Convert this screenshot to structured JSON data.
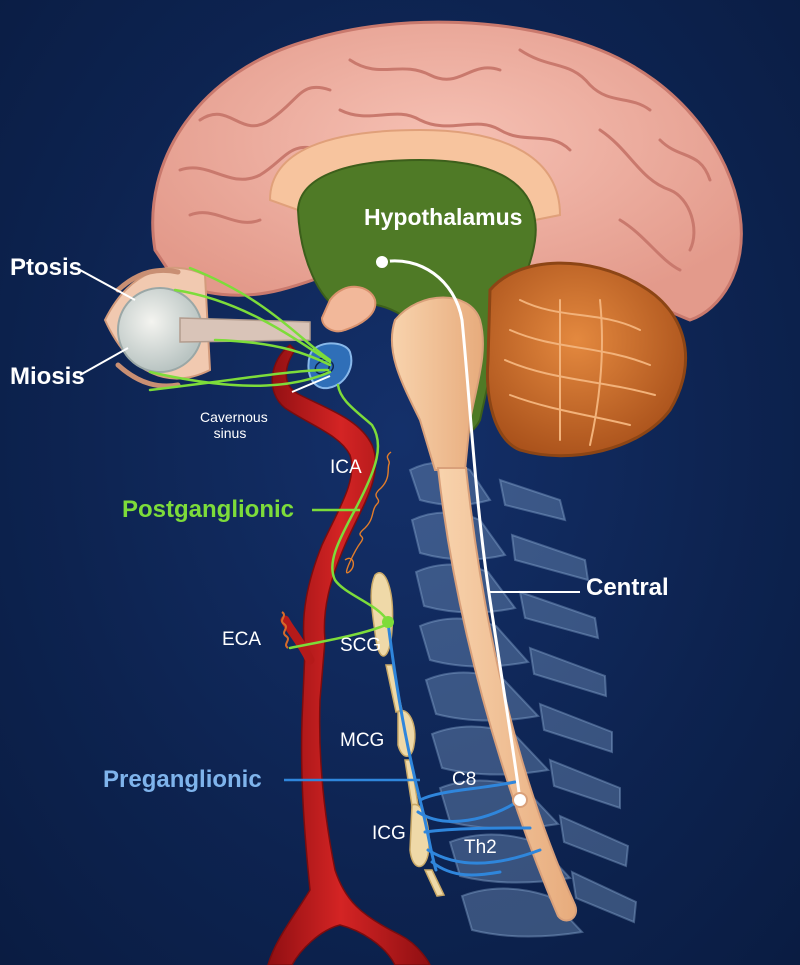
{
  "labels": {
    "hypothalamus": "Hypothalamus",
    "ptosis": "Ptosis",
    "miosis": "Miosis",
    "cavernous_sinus_line1": "Cavernous",
    "cavernous_sinus_line2": "sinus",
    "ica": "ICA",
    "postganglionic": "Postganglionic",
    "central": "Central",
    "eca": "ECA",
    "scg": "SCG",
    "mcg": "MCG",
    "preganglionic": "Preganglionic",
    "c8": "C8",
    "icg": "ICG",
    "th2": "Th2"
  },
  "colors": {
    "background": "#0d2350",
    "brain": "#f2b0a3",
    "brain_fold": "#c9796d",
    "hypothalamus": "#4f7a26",
    "cerebellum": "#c96a28",
    "spinal_cord": "#f5c69a",
    "artery": "#c21b1b",
    "postganglionic_nerve": "#7ddc3a",
    "preganglionic_nerve": "#2f86dc",
    "central_nerve": "#ffffff",
    "vertebrae": "#6f8fb8",
    "ganglion": "#efd9a8"
  }
}
